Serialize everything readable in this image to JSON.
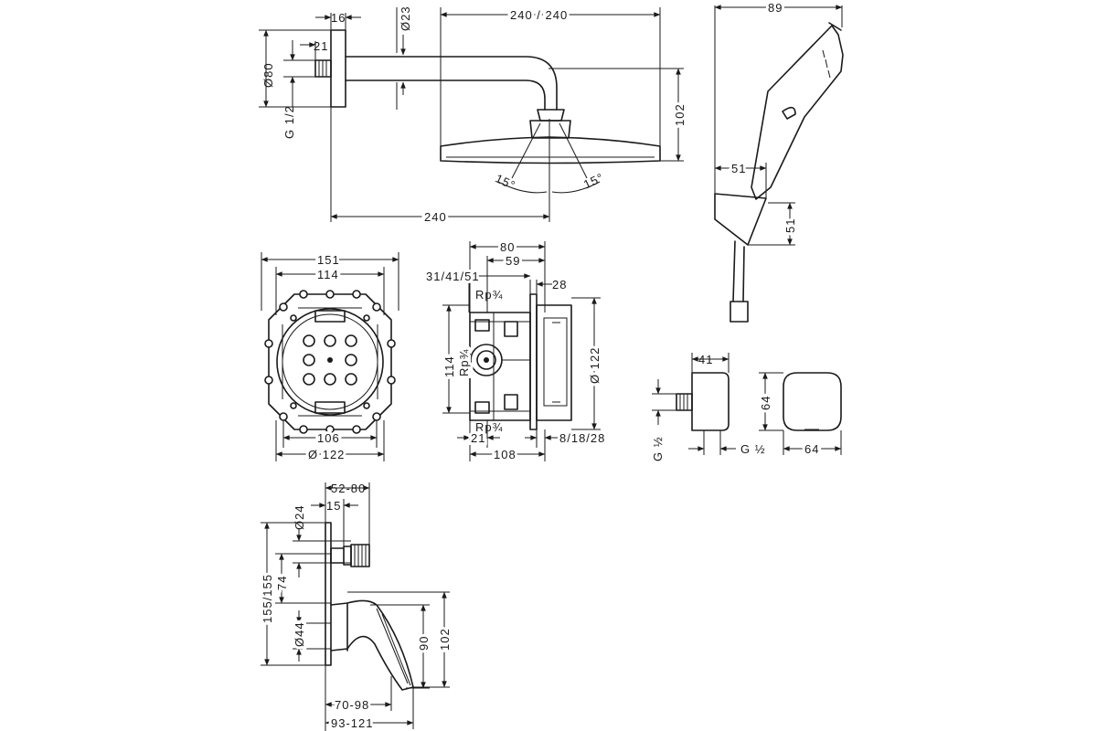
{
  "dimensions": {
    "arm_depth": "16",
    "arm_offset": "21",
    "flange_dia": "Ø80",
    "arm_thread": "G 1/2",
    "arm_tube_dia": "Ø23",
    "head_width": "240 / 240",
    "head_height": "102",
    "spray_angle_left": "15°",
    "spray_angle_right": "15°",
    "projection": "240",
    "hand_length": "89",
    "holder_width": "51",
    "holder_height": "51",
    "box_outer": "151",
    "box_inner": "114",
    "box_holes": "106",
    "box_dia": "Ø 122",
    "box_depth_total": "80",
    "box_depth_inner": "59",
    "box_depth_options": "31/41/51",
    "box_plaster": "28",
    "port_top": "Rp¾",
    "port_side": "Rp¾",
    "port_bottom": "Rp¾",
    "box_height": "114",
    "trim_dia": "Ø 122",
    "box_side_offset": "21",
    "box_total_depth": "108",
    "box_trim_options": "8/18/28",
    "outlet_depth": "41",
    "outlet_height": "64",
    "outlet_width": "64",
    "outlet_thread_left": "G ½",
    "outlet_thread_right": "G ½",
    "mixer_depth_range": "52-80",
    "mixer_stem": "15",
    "mixer_stem_dia": "Ø24",
    "mixer_plate_height": "155/155",
    "mixer_handle_offset": "74",
    "mixer_handle_dia": "Ø44",
    "mixer_lever_height": "90",
    "mixer_total_height": "102",
    "mixer_lever_reach": "70-98",
    "mixer_total_reach": "93-121"
  }
}
